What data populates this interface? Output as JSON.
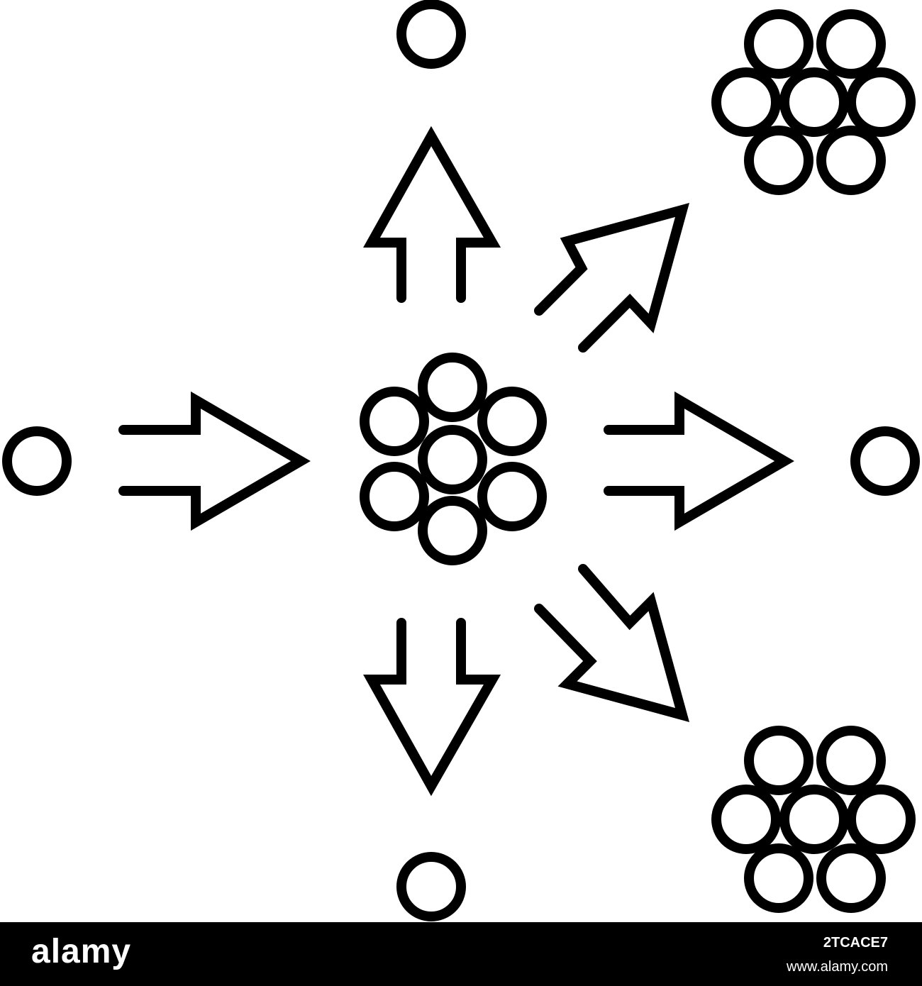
{
  "colors": {
    "line": "#000000",
    "background": "#ffffff",
    "footer_background": "#000000",
    "footer_text": "#ffffff"
  },
  "icons": [
    "small-particle-icon",
    "arrow-icon",
    "molecule-cluster-icon"
  ],
  "footer": {
    "brand": "alamy",
    "image_id": "2TCACE7",
    "site": "www.alamy.com"
  }
}
